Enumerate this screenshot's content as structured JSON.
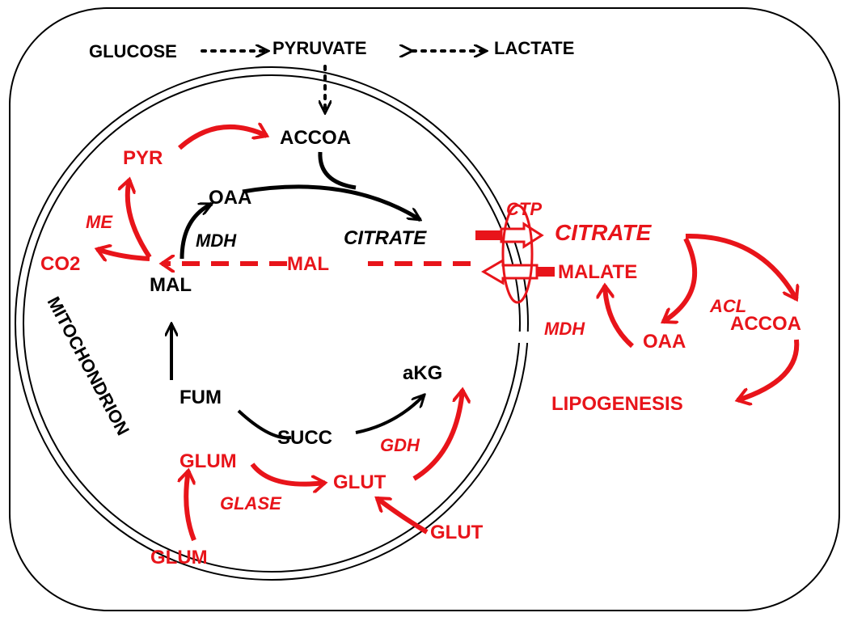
{
  "colors": {
    "black": "#000000",
    "red": "#e8141a"
  },
  "cytosol_top": {
    "glucose": "GLUCOSE",
    "pyruvate": "PYRUVATE",
    "lactate": "LACTATE"
  },
  "mitochondrion": {
    "label": "MITOCHONDRION",
    "accoa": "ACCOA",
    "pyr": "PYR",
    "me": "ME",
    "co2": "CO2",
    "oaa": "OAA",
    "mdh": "MDH",
    "mal": "MAL",
    "citrate": "CITRATE",
    "mal_red": "MAL",
    "fum": "FUM",
    "succ": "SUCC",
    "akg": "aKG",
    "gdh": "GDH",
    "glum": "GLUM",
    "glut": "GLUT",
    "glase": "GLASE"
  },
  "transporter": {
    "ctp": "CTP"
  },
  "cytosol": {
    "citrate": "CITRATE",
    "malate": "MALATE",
    "acl": "ACL",
    "mdh": "MDH",
    "oaa": "OAA",
    "accoa": "ACCOA",
    "lipogenesis": "LIPOGENESIS",
    "glum": "GLUM",
    "glut": "GLUT"
  }
}
